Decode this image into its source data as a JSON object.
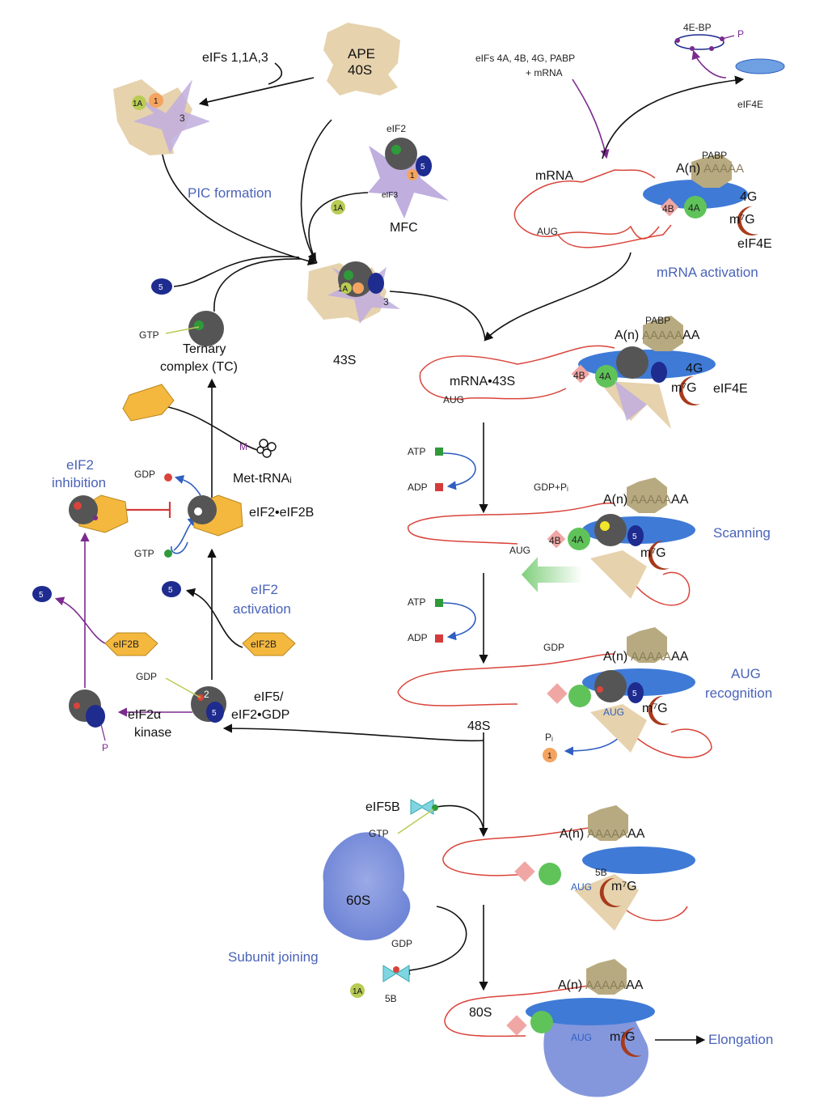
{
  "labels": {
    "eifs_113": "eIFs 1,1A,3",
    "ape40s_1": "APE",
    "ape40s_2": "40S",
    "eifs_mrna_1": "eIFs 4A, 4B, 4G, PABP",
    "eifs_mrna_2": "+ mRNA",
    "e4bp": "4E-BP",
    "p": "P",
    "eif4e": "eIF4E",
    "eif2": "eIF2",
    "eif3": "eIF3",
    "mfc": "MFC",
    "pic_formation": "PIC formation",
    "one_a": "1A",
    "one": "1",
    "three": "3",
    "five": "5",
    "two": "2",
    "mrna": "mRNA",
    "an": "A(n)",
    "aaaaaa": "AAAAAA",
    "aaaaa": "AAAAA",
    "aa": "AA",
    "pabp": "PABP",
    "g4": "4G",
    "b4": "4B",
    "a4": "4A",
    "m7g": "m⁷G",
    "aug": "AUG",
    "mrna_activation": "mRNA activation",
    "gtp": "GTP",
    "gdp": "GDP",
    "atp": "ATP",
    "adp": "ADP",
    "ternary_1": "Ternary",
    "ternary_2": "complex (TC)",
    "s43": "43S",
    "mrna43s": "mRNA•43S",
    "met_trna": "Met-tRNAᵢ",
    "m": "M",
    "eif2_inhib_1": "eIF2",
    "eif2_inhib_2": "inhibition",
    "eif2_eif2b": "eIF2•eIF2B",
    "scanning": "Scanning",
    "gdp_pi": "GDP+Pᵢ",
    "eif2_act_1": "eIF2",
    "eif2_act_2": "activation",
    "eif2b": "eIF2B",
    "aug_recog_1": "AUG",
    "aug_recog_2": "recognition",
    "eif5_1": "eIF5/",
    "eif5_2": "eIF2•GDP",
    "kinase_1": "eIF2α",
    "kinase_2": "kinase",
    "s48": "48S",
    "pi": "Pᵢ",
    "eif5b": "eIF5B",
    "s60": "60S",
    "subunit_joining": "Subunit joining",
    "b5": "5B",
    "s80": "80S",
    "elongation": "Elongation"
  },
  "colors": {
    "stage_blue": "#4a63b8",
    "ribosome_tan": "#e6d2ad",
    "eif3_lavender": "#bfaede",
    "eif2b_orange": "#f4b83e",
    "mrna_red": "#d9443a",
    "eif4g_blue": "#3f7ad6",
    "pabp_olive": "#b8aa80",
    "eif4e_brown": "#a83a1c",
    "eif5_navy": "#1e2b8f",
    "eif1_orange": "#f4a460",
    "eif1a_green": "#b8cc55",
    "eif4a_green": "#5fc35a",
    "pink_4b": "#f0a7a4",
    "ribo60s_blue": "#7e91dc",
    "eif5b_cyan": "#7fd6e0",
    "eif2_gray": "#555555",
    "kinase_purple": "#7b2a8f",
    "inhibit_red": "#d43b3b"
  },
  "icons": [
    "ribosome-40s",
    "ribosome-60s",
    "eif3-star",
    "eif2-gdp-gray",
    "eif2b-hexagon",
    "trna-clover",
    "pabp-octagon",
    "eif4e-crescent"
  ]
}
